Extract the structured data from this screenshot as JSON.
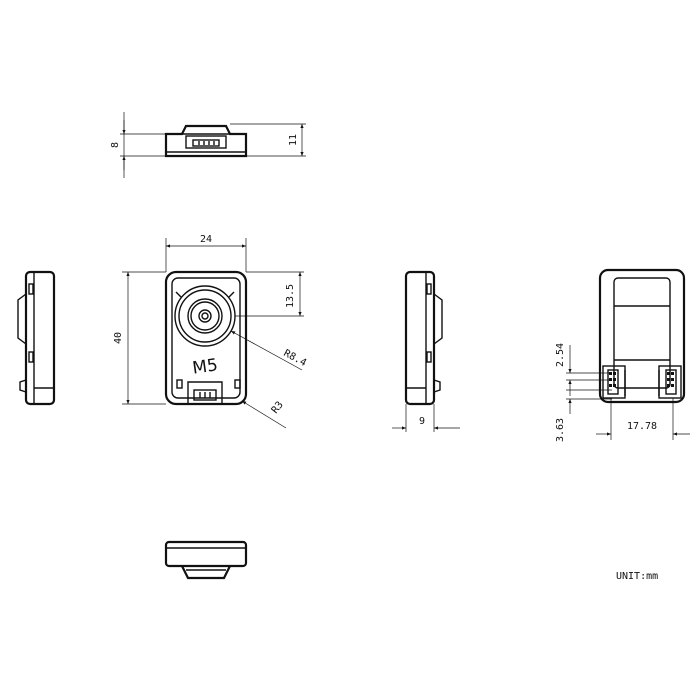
{
  "dimensions": {
    "top_height": "8",
    "top_total_height": "11",
    "front_width": "24",
    "front_height": "40",
    "knob_offset": "13.5",
    "knob_radius": "R8.4",
    "corner_radius": "R3",
    "side_depth": "9",
    "pin_pitch": "2.54",
    "pin_offset": "3.63",
    "pin_span": "17.78"
  },
  "logo_text": "M5",
  "unit_label": "UNIT:mm"
}
